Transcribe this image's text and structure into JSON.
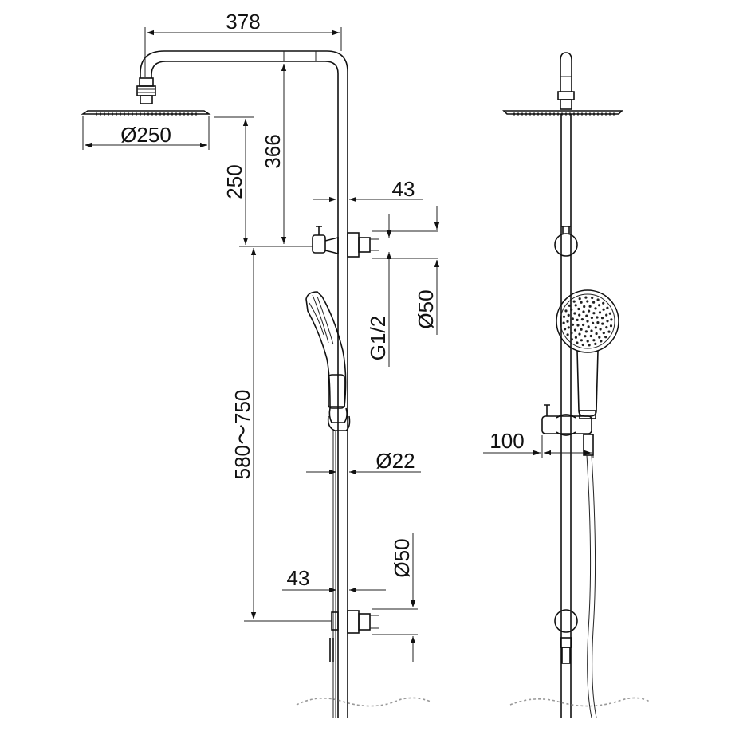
{
  "drawing": {
    "dimensions": {
      "arm_length": "378",
      "arm_height": "366",
      "head_diameter": "Ø250",
      "head_drop": "250",
      "bracket_offset_top": "43",
      "bracket_diameter_top": "Ø50",
      "thread": "G1/2",
      "height_range": "580～750",
      "rail_diameter": "Ø22",
      "bracket_offset_bottom": "43",
      "bracket_diameter_bottom": "Ø50",
      "handshower_offset": "100"
    }
  }
}
